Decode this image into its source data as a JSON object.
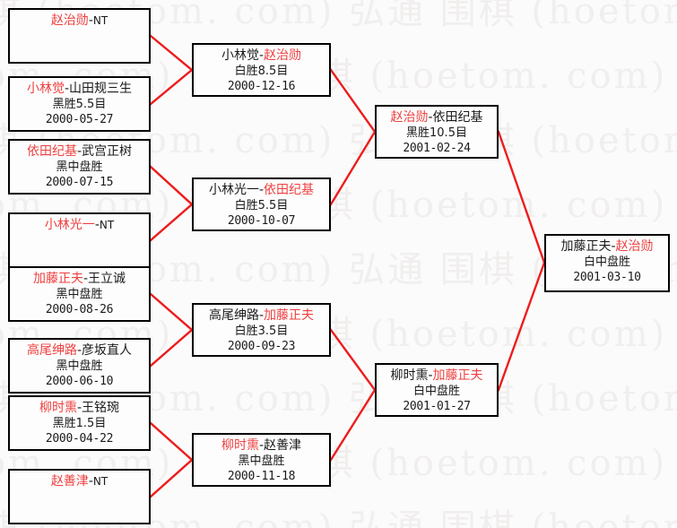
{
  "diagram": {
    "title": "Go tournament bracket",
    "winner_color": "#ef4040",
    "loser_color": "#1a1a1a",
    "line_color": "#ee1c1c",
    "box_border_color": "#000000",
    "background": "#fbfbfb"
  },
  "watermark": {
    "text": "围棋 (hoetom. com) 弘通",
    "color": "#f1eeee"
  },
  "rounds": [
    {
      "name": "round-1",
      "nodes": [
        {
          "id": "r1m1",
          "left": "赵治勋",
          "sep": "-",
          "right": "NT",
          "winner": "left",
          "result": "",
          "date": ""
        },
        {
          "id": "r1m2",
          "left": "小林觉",
          "sep": "-",
          "right": "山田规三生",
          "winner": "left",
          "result": "黑胜5.5目",
          "date": "2000-05-27"
        },
        {
          "id": "r1m3",
          "left": "依田纪基",
          "sep": "-",
          "right": "武宫正树",
          "winner": "left",
          "result": "黑中盘胜",
          "date": "2000-07-15"
        },
        {
          "id": "r1m4",
          "left": "小林光一",
          "sep": "-",
          "right": "NT",
          "winner": "left",
          "result": "",
          "date": ""
        },
        {
          "id": "r1m5",
          "left": "加藤正夫",
          "sep": "-",
          "right": "王立诚",
          "winner": "left",
          "result": "黑中盘胜",
          "date": "2000-08-26"
        },
        {
          "id": "r1m6",
          "left": "高尾绅路",
          "sep": "-",
          "right": "彦坂直人",
          "winner": "left",
          "result": "黑中盘胜",
          "date": "2000-06-10"
        },
        {
          "id": "r1m7",
          "left": "柳时熏",
          "sep": "-",
          "right": "王铭琬",
          "winner": "left",
          "result": "黑胜1.5目",
          "date": "2000-04-22"
        },
        {
          "id": "r1m8",
          "left": "赵善津",
          "sep": "-",
          "right": "NT",
          "winner": "left",
          "result": "",
          "date": ""
        }
      ]
    },
    {
      "name": "round-2",
      "nodes": [
        {
          "id": "r2m1",
          "left": "小林觉",
          "sep": "-",
          "right": "赵治勋",
          "winner": "right",
          "result": "白胜8.5目",
          "date": "2000-12-16"
        },
        {
          "id": "r2m2",
          "left": "小林光一",
          "sep": "-",
          "right": "依田纪基",
          "winner": "right",
          "result": "白胜5.5目",
          "date": "2000-10-07"
        },
        {
          "id": "r2m3",
          "left": "高尾绅路",
          "sep": "-",
          "right": "加藤正夫",
          "winner": "right",
          "result": "白胜3.5目",
          "date": "2000-09-23"
        },
        {
          "id": "r2m4",
          "left": "柳时熏",
          "sep": "-",
          "right": "赵善津",
          "winner": "left",
          "result": "黑中盘胜",
          "date": "2000-11-18"
        }
      ]
    },
    {
      "name": "semifinal",
      "nodes": [
        {
          "id": "r3m1",
          "left": "赵治勋",
          "sep": "-",
          "right": "依田纪基",
          "winner": "left",
          "result": "黑胜10.5目",
          "date": "2001-02-24"
        },
        {
          "id": "r3m2",
          "left": "柳时熏",
          "sep": "-",
          "right": "加藤正夫",
          "winner": "right",
          "result": "白中盘胜",
          "date": "2001-01-27"
        }
      ]
    },
    {
      "name": "final",
      "nodes": [
        {
          "id": "r4m1",
          "left": "加藤正夫",
          "sep": "-",
          "right": "赵治勋",
          "winner": "right",
          "result": "白中盘胜",
          "date": "2001-03-10"
        }
      ]
    }
  ]
}
